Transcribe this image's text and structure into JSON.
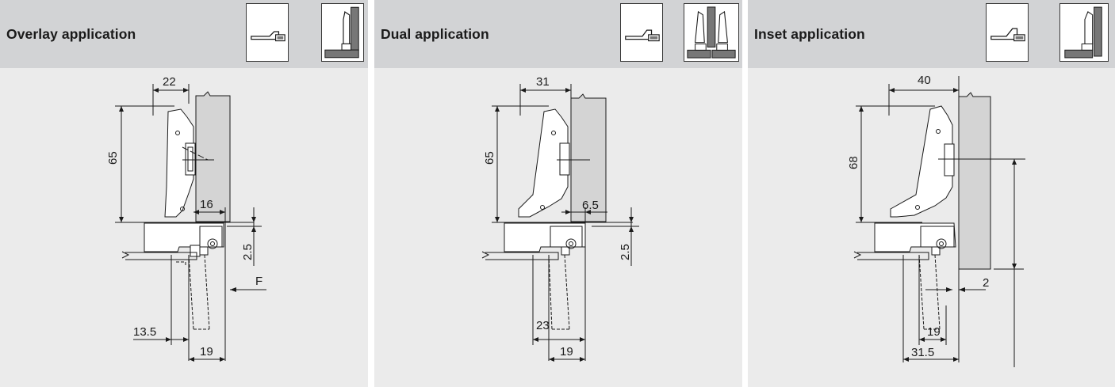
{
  "panels": [
    {
      "title": "Overlay application",
      "dims": {
        "top": "22",
        "height": "65",
        "right_top": "16",
        "offset": "2.5",
        "side": "F",
        "bottom_left": "13.5",
        "bottom_right": "19"
      }
    },
    {
      "title": "Dual application",
      "dims": {
        "top": "31",
        "height": "65",
        "right_top": "6.5",
        "offset": "2.5",
        "bottom_left": "23",
        "bottom_right": "19"
      }
    },
    {
      "title": "Inset application",
      "dims": {
        "top": "40",
        "height": "68",
        "right_side": "2",
        "bottom_a": "19",
        "bottom_b": "31.5"
      }
    }
  ],
  "colors": {
    "header": "#d2d3d5",
    "body": "#ebebeb",
    "panel_fill": "#d4d4d4",
    "ink": "#1a1a1a"
  }
}
